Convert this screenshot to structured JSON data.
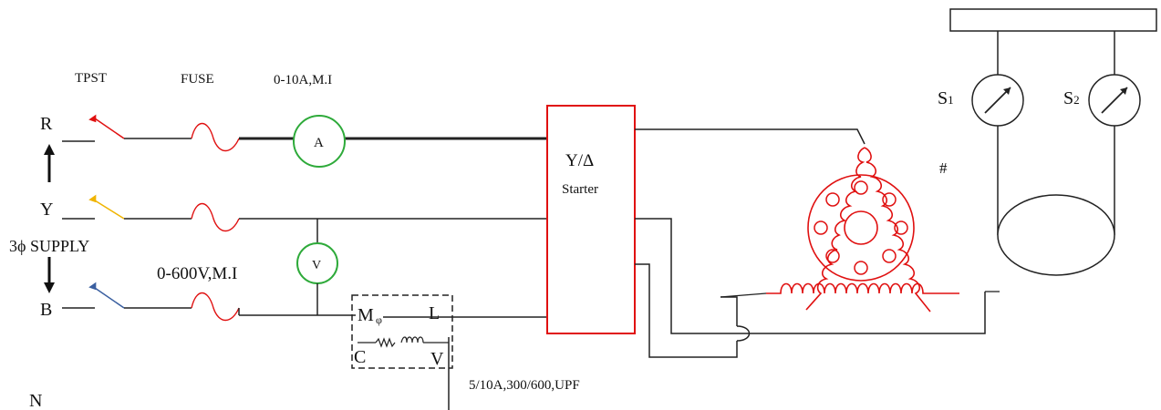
{
  "labels": {
    "tpst": "TPST",
    "fuse": "FUSE",
    "ammeter_rating": "0-10A,M.I",
    "phase_r": "R",
    "phase_y": "Y",
    "phase_b": "B",
    "neutral": "N",
    "supply": "3ϕ  SUPPLY",
    "voltmeter_rating": "0-600V,M.I",
    "ammeter_symbol": "A",
    "voltmeter_symbol": "V",
    "starter_title": "Y/Δ",
    "starter_subtitle": "Starter",
    "wattmeter_m": "M",
    "wattmeter_phi": "φ",
    "wattmeter_l": "L",
    "wattmeter_c": "C",
    "wattmeter_v": "V",
    "wattmeter_rating": "5/10A,300/600,UPF",
    "spring_balance_1": "S",
    "spring_balance_1_sub": "1",
    "spring_balance_2": "S",
    "spring_balance_2_sub": "2",
    "hash_mark": "#"
  },
  "colors": {
    "phase_r": "#e01010",
    "phase_y": "#f0b400",
    "phase_b": "#3a5fa0",
    "ammeter_ring": "#2eaa3a",
    "voltmeter_ring": "#2eaa3a",
    "starter_border": "#e01010",
    "motor_winding": "#e01010",
    "wire": "#222222"
  }
}
